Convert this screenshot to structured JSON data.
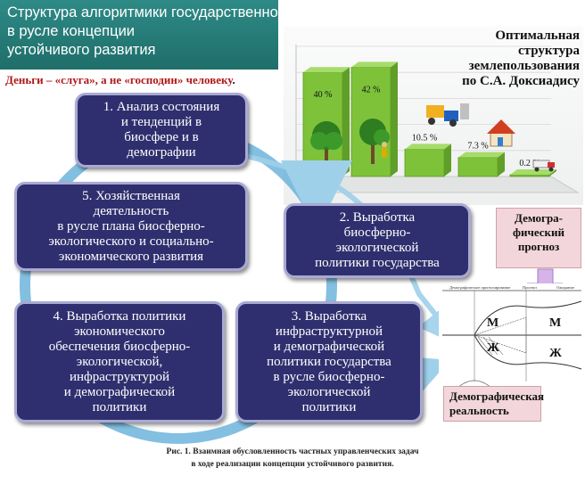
{
  "header": {
    "title_lines": [
      "Структура алгоритмики государственного управления",
      "в русле концепции",
      "устойчивого развития"
    ]
  },
  "money_note": {
    "text": "Деньги – «слуга», а не «господин» человеку",
    "dot": "."
  },
  "land_use": {
    "title_lines": [
      "Оптимальная",
      "структура",
      "землепользования",
      "по С.А. Доксиадису"
    ],
    "bar_labels": [
      "40 %",
      "42 %",
      "10.5 %",
      "7.3 %",
      "0.2 %"
    ]
  },
  "chart_data": {
    "type": "bar",
    "title": "Оптимальная структура землепользования по С.А. Доксиадису",
    "categories": [
      "",
      "",
      "",
      "",
      ""
    ],
    "values": [
      40,
      42,
      10.5,
      7.3,
      0.2
    ],
    "ylim": [
      0,
      50
    ],
    "grid": true,
    "colors": [
      "#7ec23a",
      "#7ec23a",
      "#7ec23a",
      "#7ec23a",
      "#7ec23a"
    ]
  },
  "steps": [
    {
      "lines": [
        "1. Анализ состояния",
        "и тенденций в",
        "биосфере и в",
        "демографии"
      ]
    },
    {
      "lines": [
        "2. Выработка",
        "биосферно-",
        "экологической",
        "политики государства"
      ]
    },
    {
      "lines": [
        "3. Выработка",
        "инфраструктурной",
        "и демографической",
        "политики государства",
        "в русле биосферно-",
        "экологической",
        "политики"
      ]
    },
    {
      "lines": [
        "4. Выработка политики",
        "экономического",
        "обеспечения биосферно-",
        "экологической,",
        "инфраструктурой",
        "и демографической",
        "политики"
      ]
    },
    {
      "lines": [
        "5. Хозяйственная",
        "деятельность",
        "в русле плана биосферно-",
        "экологического и социально-",
        "экономического развития"
      ]
    }
  ],
  "demo_forecast": {
    "lines": [
      "Демогра-",
      "фический",
      "прогноз"
    ]
  },
  "demo_reality": {
    "lines": [
      "Демографическая",
      "реальность"
    ]
  },
  "demo_chart": {
    "top_labels": [
      "Демографическое прогнозирование",
      "Прогноз",
      "Ожидание"
    ],
    "m_label": "М",
    "zh_label": "Ж"
  },
  "caption": {
    "lines": [
      "Рис. 1. Взаимная обусловленность частных управленческих задач",
      "в ходе реализации концепции устойчивого развития."
    ]
  },
  "colors": {
    "box_bg": "#2f2f6f",
    "box_border": "#a9a9d4",
    "header_bg": "#1f6e6a",
    "ring": "#4da3d4",
    "bar": "#7ec23a",
    "callout": "#f2d6dc"
  }
}
